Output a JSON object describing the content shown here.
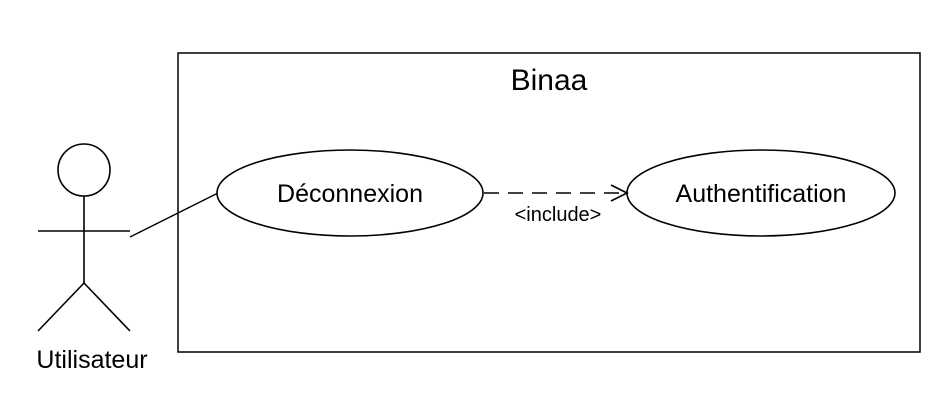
{
  "system": {
    "name": "Binaa"
  },
  "actor": {
    "name": "Utilisateur"
  },
  "use_cases": [
    {
      "label": "Déconnexion"
    },
    {
      "label": "Authentification"
    }
  ],
  "relationships": [
    {
      "from": "Déconnexion",
      "to": "Authentification",
      "type": "include",
      "label": "<include>"
    }
  ],
  "colors": {
    "stroke": "#000000",
    "background": "#ffffff"
  }
}
